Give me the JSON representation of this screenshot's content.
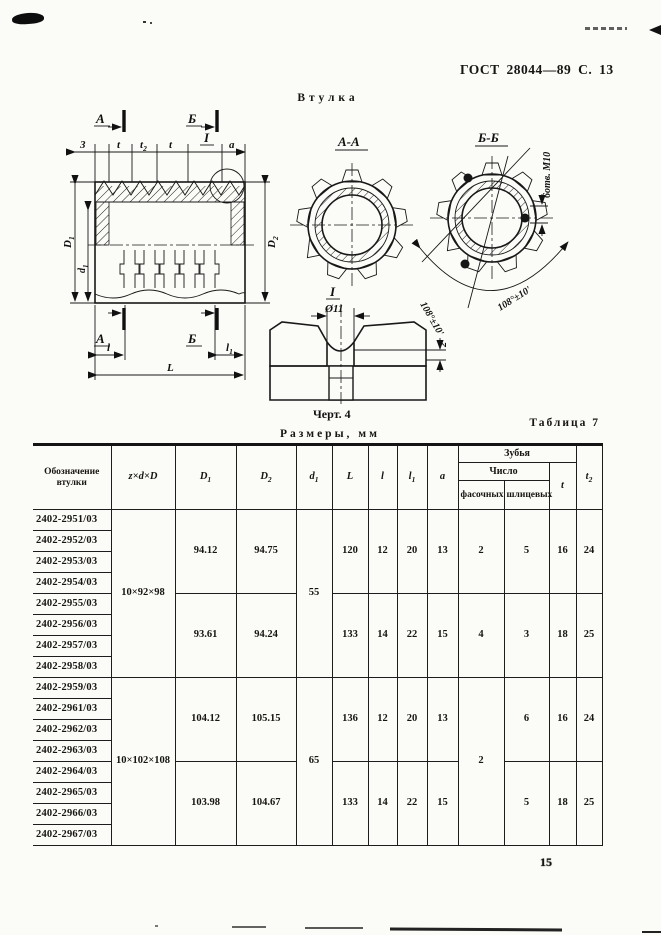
{
  "header": {
    "gost": "ГОСТ 28044—89  С. 13"
  },
  "page_number": "15",
  "drawing": {
    "title": "Втулка",
    "caption": "Черт. 4",
    "secA": "А",
    "secB": "Б",
    "viewAA": "А-А",
    "viewBB": "Б-Б",
    "detail": "I",
    "dims": {
      "d3": "3",
      "t": "t",
      "t2b": "t",
      "t2s": "2",
      "a": "a",
      "D1b": "D",
      "D1s": "1",
      "d1b": "d",
      "d1s": "1",
      "D2b": "D",
      "D2s": "2",
      "l": "l",
      "L": "L",
      "l1b": "l",
      "l1s": "1",
      "dia": "Ø11",
      "two": "2",
      "holes": "6отв. М10",
      "angle": "108°±10'"
    }
  },
  "table": {
    "title": "Размеры, мм",
    "caption": "Таблица 7",
    "headers": {
      "designation": "Обозначение втулки",
      "zdd": "z×d×D",
      "D1": {
        "b": "D",
        "s": "1"
      },
      "D2": {
        "b": "D",
        "s": "2"
      },
      "d1": {
        "b": "d",
        "s": "1"
      },
      "L": "L",
      "l": "l",
      "l1": {
        "b": "l",
        "s": "1"
      },
      "a": "a",
      "teeth": "Зубья",
      "count": "Число",
      "chamfer": "фасочных",
      "spline": "шлицевых",
      "t": "t",
      "t2": {
        "b": "t",
        "s": "2"
      }
    },
    "designations": [
      "2402-2951/03",
      "2402-2952/03",
      "2402-2953/03",
      "2402-2954/03",
      "2402-2955/03",
      "2402-2956/03",
      "2402-2957/03",
      "2402-2958/03",
      "2402-2959/03",
      "2402-2961/03",
      "2402-2962/03",
      "2402-2963/03",
      "2402-2964/03",
      "2402-2965/03",
      "2402-2966/03",
      "2402-2967/03"
    ],
    "g1": {
      "zdd": "10×92×98",
      "d1": "55",
      "h1": {
        "D1": "94.12",
        "D2": "94.75",
        "L": "120",
        "l": "12",
        "l1": "20",
        "a": "13",
        "fas": "2",
        "shl": "5",
        "t": "16",
        "t2": "24"
      },
      "h2": {
        "D1": "93.61",
        "D2": "94.24",
        "L": "133",
        "l": "14",
        "l1": "22",
        "a": "15",
        "fas": "4",
        "shl": "3",
        "t": "18",
        "t2": "25"
      }
    },
    "g2": {
      "zdd": "10×102×108",
      "d1": "65",
      "fas": "2",
      "h1": {
        "D1": "104.12",
        "D2": "105.15",
        "L": "136",
        "l": "12",
        "l1": "20",
        "a": "13",
        "shl": "6",
        "t": "16",
        "t2": "24"
      },
      "h2": {
        "D1": "103.98",
        "D2": "104.67",
        "L": "133",
        "l": "14",
        "l1": "22",
        "a": "15",
        "shl": "5",
        "t": "18",
        "t2": "25"
      }
    }
  }
}
